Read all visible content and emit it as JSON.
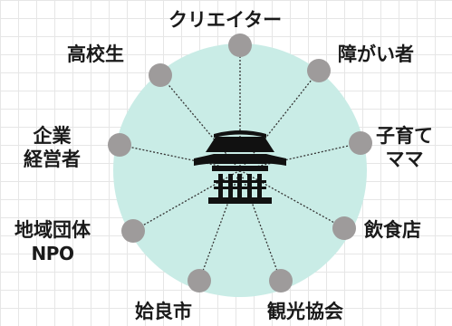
{
  "center": {
    "icon": "temple-icon"
  },
  "colors": {
    "circle_fill": "#c9ece6",
    "node_fill": "#9e9b9b",
    "line": "#333333",
    "icon": "#111111"
  },
  "nodes": [
    {
      "id": "creator",
      "label": "クリエイター"
    },
    {
      "id": "disabled",
      "label": "障がい者"
    },
    {
      "id": "parenting",
      "label": "子育て",
      "label2": "ママ"
    },
    {
      "id": "restaurant",
      "label": "飲食店"
    },
    {
      "id": "tourism",
      "label": "観光協会"
    },
    {
      "id": "city",
      "label": "姶良市"
    },
    {
      "id": "community",
      "label": "地域団体",
      "label2": "NPO"
    },
    {
      "id": "company",
      "label": "企業",
      "label2": "経営者"
    },
    {
      "id": "highschool",
      "label": "高校生"
    }
  ]
}
